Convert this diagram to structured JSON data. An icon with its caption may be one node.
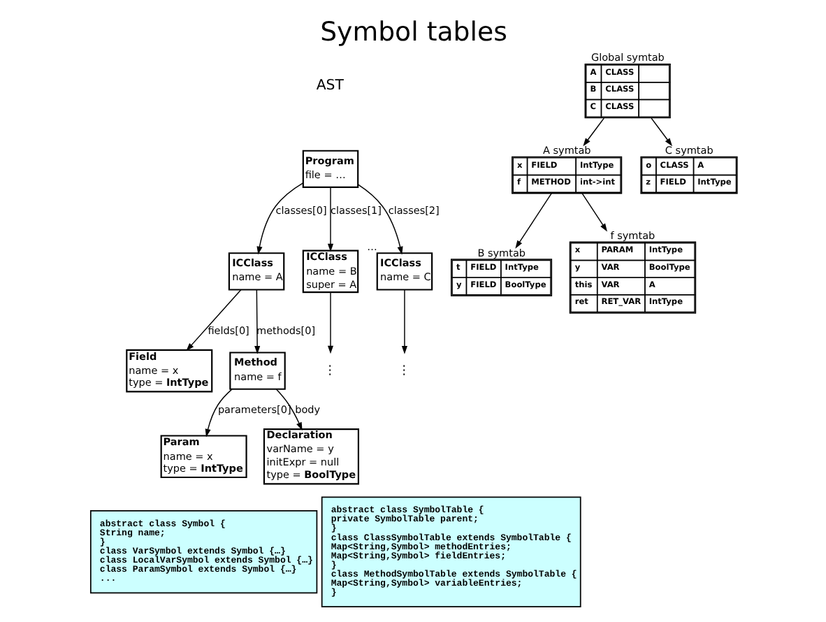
{
  "diagram": {
    "title": "Symbol tables",
    "nodes": [
      {
        "text": [
          "Program",
          "file = …"
        ]
      },
      {
        "text": [
          "ICClass",
          "name = A"
        ]
      },
      {
        "text": [
          "ICClass",
          "name = B",
          "super = A"
        ]
      },
      {
        "text": [
          "ICClass",
          "name = C"
        ],
        "beside": [
          "…"
        ]
      },
      {
        "text": [
          "Field",
          "name = x",
          "type = **IntType**"
        ]
      },
      {
        "text": [
          "Method",
          "name = f"
        ]
      },
      {
        "text": [
          "Param",
          "name = x",
          "type = **IntType**"
        ]
      },
      {
        "text": [
          "Declaration",
          "varName = y",
          "initExpr = null",
          "type = **BoolType**"
        ]
      },
      {
        "text": [
          "⋮"
        ]
      },
      {
        "text": [
          "⋮"
        ]
      },
      {
        "text": [
          "Global symtab",
          "A",
          "CLASS",
          "B",
          "CLASS",
          "C",
          "CLASS"
        ]
      },
      {
        "text": [
          "A symtab",
          "x",
          "FIELD",
          "IntType",
          "f",
          "METHOD",
          "int->int"
        ]
      },
      {
        "text": [
          "C symtab",
          "o",
          "CLASS",
          "A",
          "z",
          "FIELD",
          "IntType"
        ]
      },
      {
        "text": [
          "B symtab",
          "t",
          "FIELD",
          "IntType",
          "y",
          "FIELD",
          "BoolType"
        ]
      },
      {
        "text": [
          "f symtab",
          "x",
          "PARAM",
          "IntType",
          "y",
          "VAR",
          "BoolType",
          "this",
          "VAR",
          "A",
          "ret",
          "RET_VAR",
          "IntType"
        ]
      },
      {
        "text": [
          "abstract class Symbol {",
          "String name;",
          "}",
          "class VarSymbol extends Symbol {…}",
          "class LocalVarSymbol extends Symbol {…}",
          "class ParamSymbol extends Symbol {…}",
          "..."
        ]
      },
      {
        "text": [
          "abstract class SymbolTable {",
          "private SymbolTable parent;",
          "}",
          "class ClassSymbolTable extends SymbolTable {",
          "Map<String,Symbol> methodEntries;",
          "Map<String,Symbol> fieldEntries;",
          "}",
          "class MethodSymbolTable extends SymbolTable {",
          "Map<String,Symbol> variableEntries;",
          "}"
        ]
      }
    ],
    "edges": [
      {
        "from": 0,
        "to": 1,
        "arrow": "to",
        "label": "classes[0]"
      },
      {
        "from": 0,
        "to": 2,
        "arrow": "to",
        "label": "classes[1]"
      },
      {
        "from": 0,
        "to": 3,
        "arrow": "to",
        "label": "classes[2]"
      },
      {
        "from": 1,
        "to": 4,
        "arrow": "to",
        "label": "fields[0]"
      },
      {
        "from": 1,
        "to": 5,
        "arrow": "to",
        "label": "methods[0]"
      },
      {
        "from": 2,
        "to": 8,
        "arrow": "to"
      },
      {
        "from": 3,
        "to": 9,
        "arrow": "to"
      },
      {
        "from": 5,
        "to": 6,
        "arrow": "to",
        "label": "parameters[0]"
      },
      {
        "from": 5,
        "to": 7,
        "arrow": "to",
        "label": "body"
      },
      {
        "from": 10,
        "to": 11,
        "arrow": "to"
      },
      {
        "from": 10,
        "to": 12,
        "arrow": "to"
      },
      {
        "from": 11,
        "to": 13,
        "arrow": "to"
      },
      {
        "from": 11,
        "to": 14,
        "arrow": "to"
      }
    ],
    "labels": [
      "AST"
    ]
  }
}
